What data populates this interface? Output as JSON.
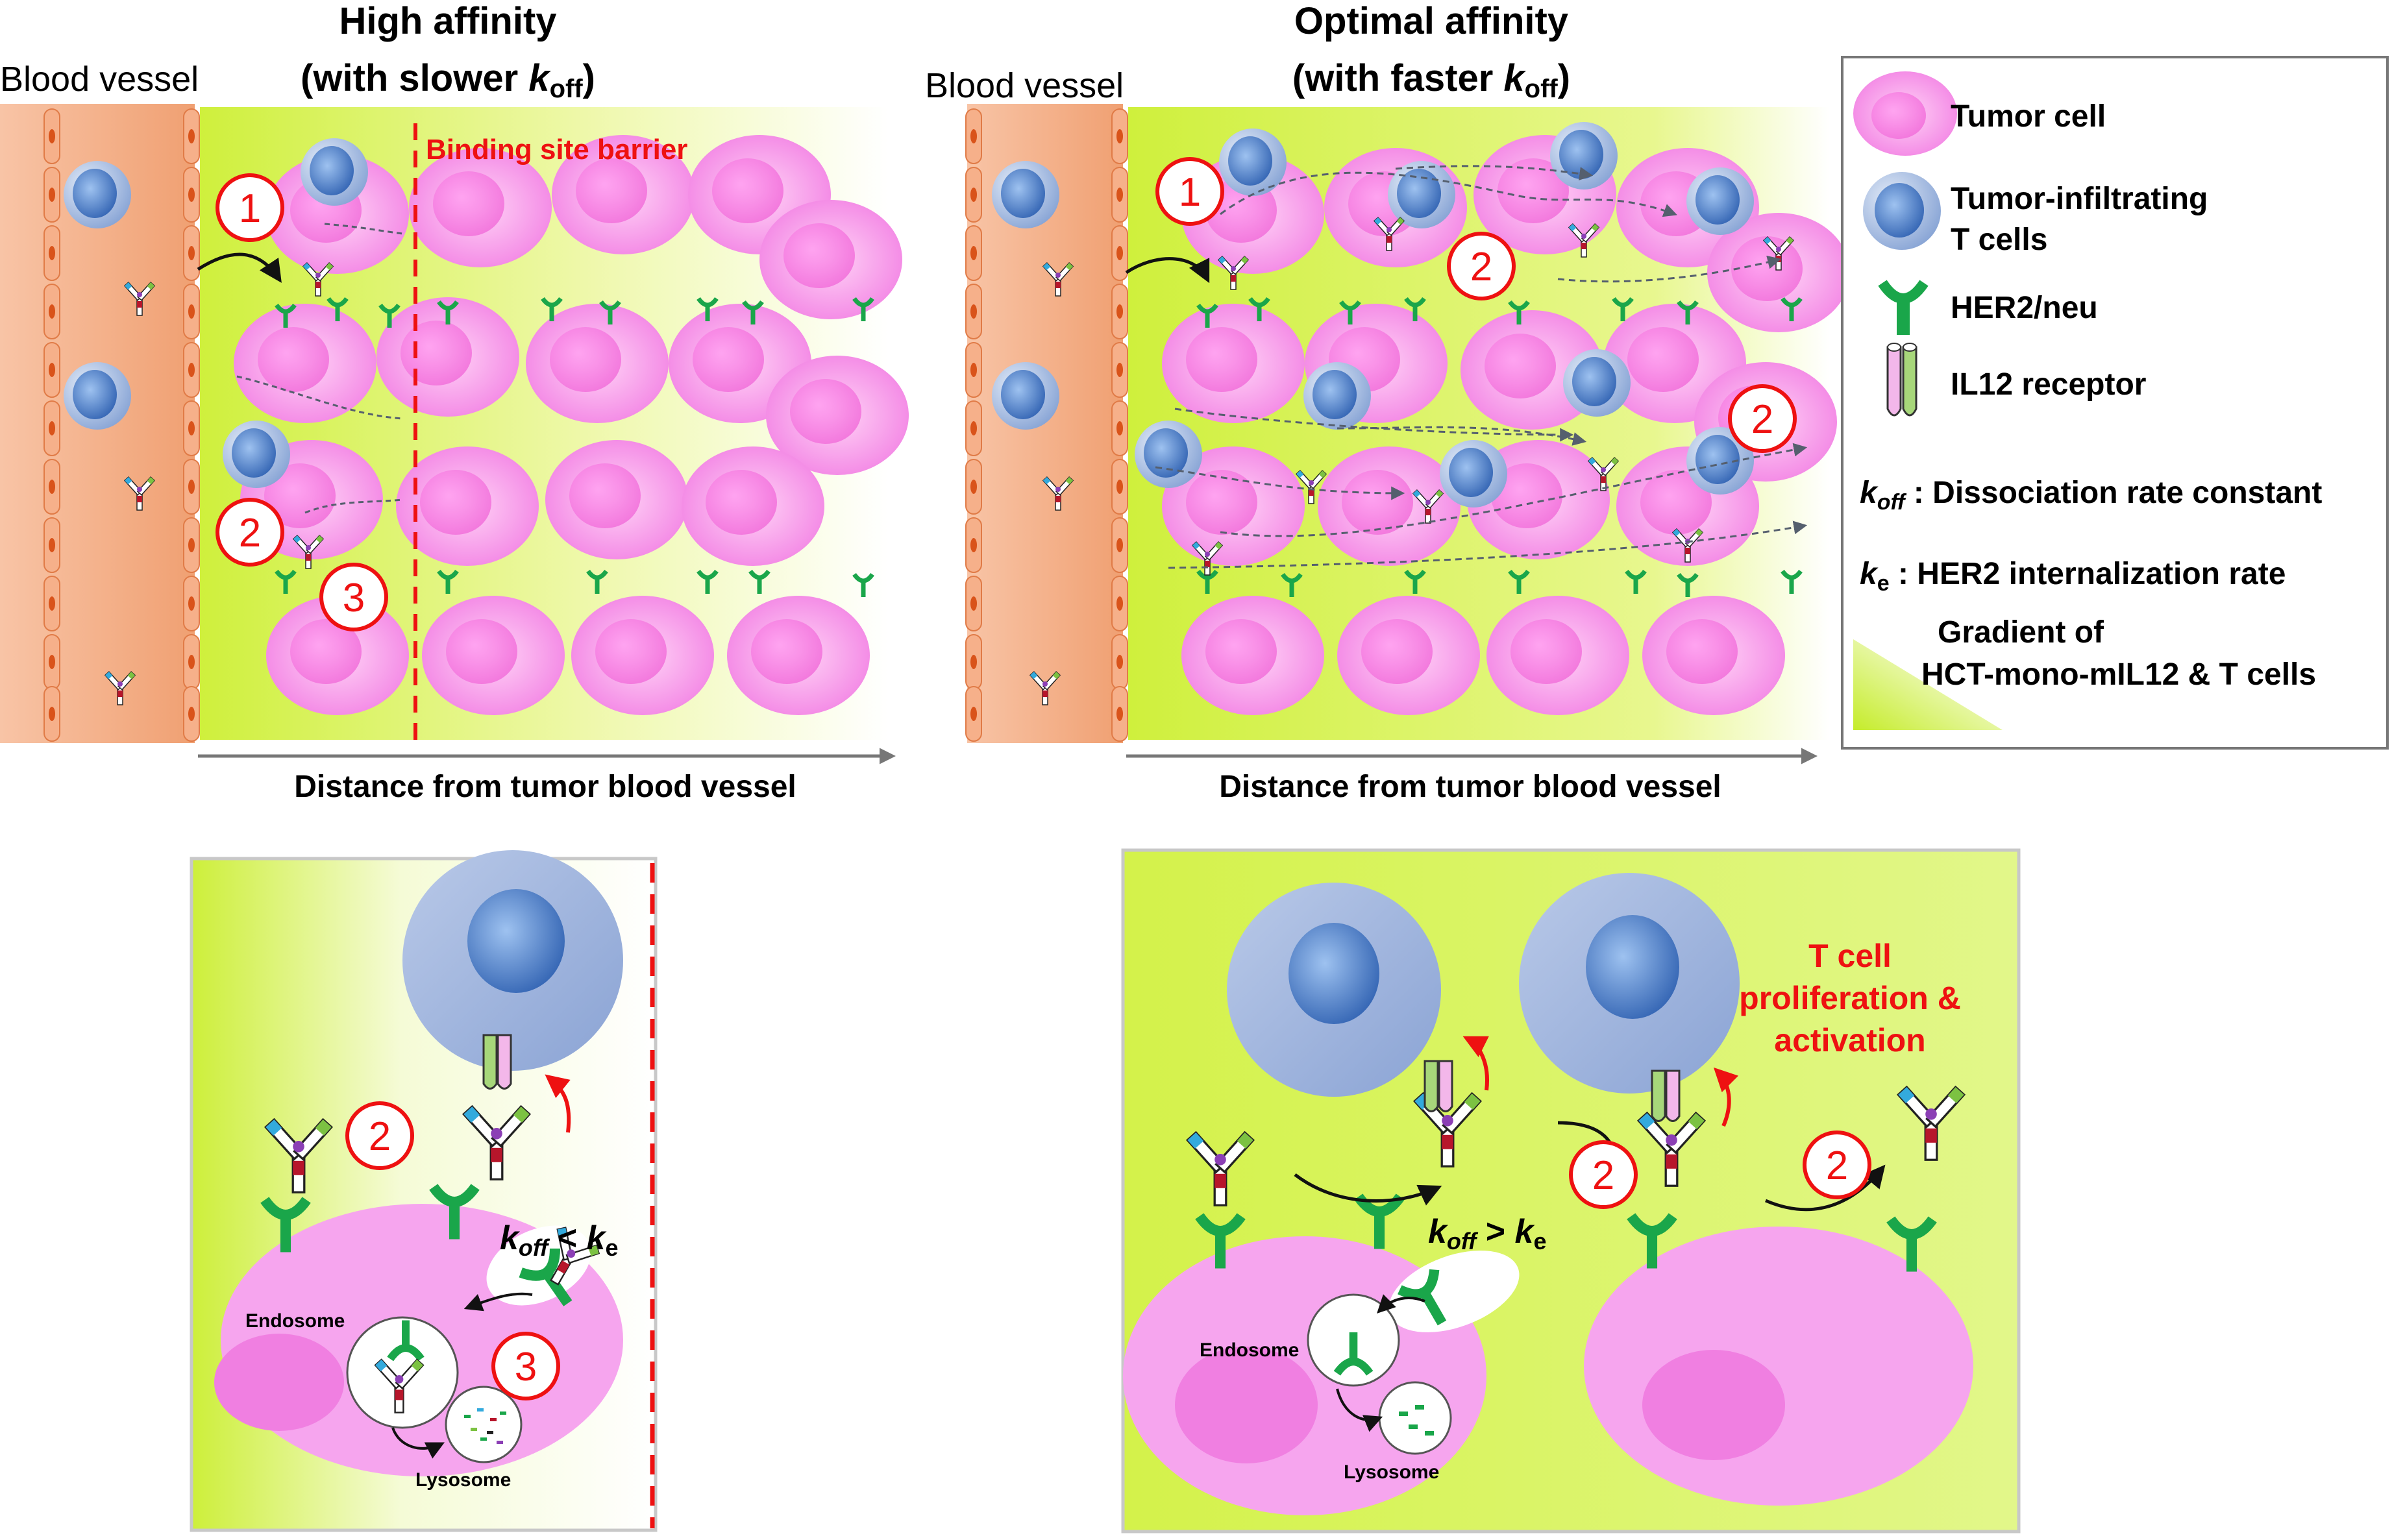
{
  "left_panel": {
    "title_line1": "High affinity",
    "title_line2_prefix": "(with slower ",
    "title_k": "k",
    "title_sub": "off",
    "title_suffix": ")",
    "vessel_label": "Blood vessel",
    "barrier_label": "Binding site barrier",
    "axis_label": "Distance from tumor blood vessel",
    "markers": [
      "1",
      "2",
      "3"
    ]
  },
  "right_panel": {
    "title_line1": "Optimal affinity",
    "title_line2_prefix": "(with faster ",
    "title_k": "k",
    "title_sub": "off",
    "title_suffix": ")",
    "vessel_label": "Blood vessel",
    "axis_label": "Distance from tumor blood vessel",
    "markers": [
      "1",
      "2",
      "2"
    ]
  },
  "legend": {
    "tumor_cell": "Tumor cell",
    "t_cell_line1": "Tumor-infiltrating",
    "t_cell_line2": "T cells",
    "her2": "HER2/neu",
    "il12": "IL12 receptor",
    "koff_k": "k",
    "koff_sub": "off",
    "koff_text": " : Dissociation rate constant",
    "ke_k": "k",
    "ke_sub": "e",
    "ke_text": " : HER2 internalization rate",
    "gradient_line1": "Gradient of",
    "gradient_line2": "HCT-mono-mIL12 & T cells"
  },
  "bottom_left": {
    "endosome": "Endosome",
    "lysosome": "Lysosome",
    "relation": "<",
    "markers": [
      "2",
      "3"
    ]
  },
  "bottom_right": {
    "endosome": "Endosome",
    "lysosome": "Lysosome",
    "relation": ">",
    "proliferation_line1": "T cell",
    "proliferation_line2": "proliferation &",
    "proliferation_line3": "activation",
    "markers": [
      "2",
      "2"
    ]
  },
  "colors": {
    "tumor": "#f48ce8",
    "tcell": "#7f9fd0",
    "her2": "#1aa64a",
    "vessel": "#f4ad85",
    "gradient": "#d8f560",
    "accent": "#ee1111"
  },
  "icons": [
    "tumor-cell-icon",
    "t-cell-icon",
    "her2-receptor-icon",
    "il12-receptor-icon",
    "antibody-icon"
  ]
}
